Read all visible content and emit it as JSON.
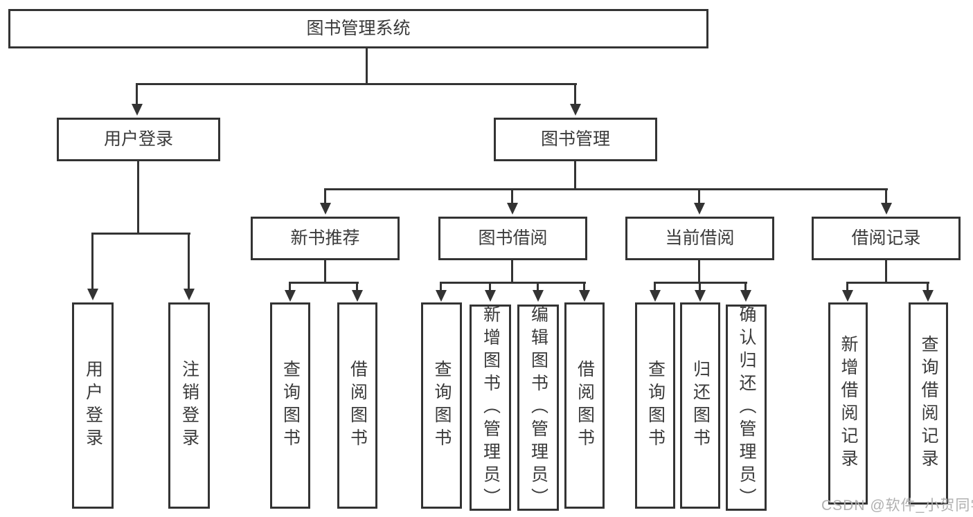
{
  "colors": {
    "line": "#333333",
    "box_border": "#333333",
    "text": "#3a3a3a",
    "watermark": "#b0b0b0",
    "background": "#ffffff"
  },
  "tree": {
    "root": {
      "label": "图书管理系统"
    },
    "branches": [
      {
        "label": "用户登录",
        "children": [
          {
            "label": "用户登录"
          },
          {
            "label": "注销登录"
          }
        ]
      },
      {
        "label": "图书管理",
        "children": [
          {
            "label": "新书推荐",
            "children": [
              {
                "label": "查询图书"
              },
              {
                "label": "借阅图书"
              }
            ]
          },
          {
            "label": "图书借阅",
            "children": [
              {
                "label": "查询图书"
              },
              {
                "label": "新增图书（管理员）"
              },
              {
                "label": "编辑图书（管理员）"
              },
              {
                "label": "借阅图书"
              }
            ]
          },
          {
            "label": "当前借阅",
            "children": [
              {
                "label": "查询图书"
              },
              {
                "label": "归还图书"
              },
              {
                "label": "确认归还（管理员）"
              }
            ]
          },
          {
            "label": "借阅记录",
            "children": [
              {
                "label": "新增借阅记录"
              },
              {
                "label": "查询借阅记录"
              }
            ]
          }
        ]
      }
    ]
  },
  "watermark": {
    "text": "CSDN @软件_小贺同学"
  }
}
